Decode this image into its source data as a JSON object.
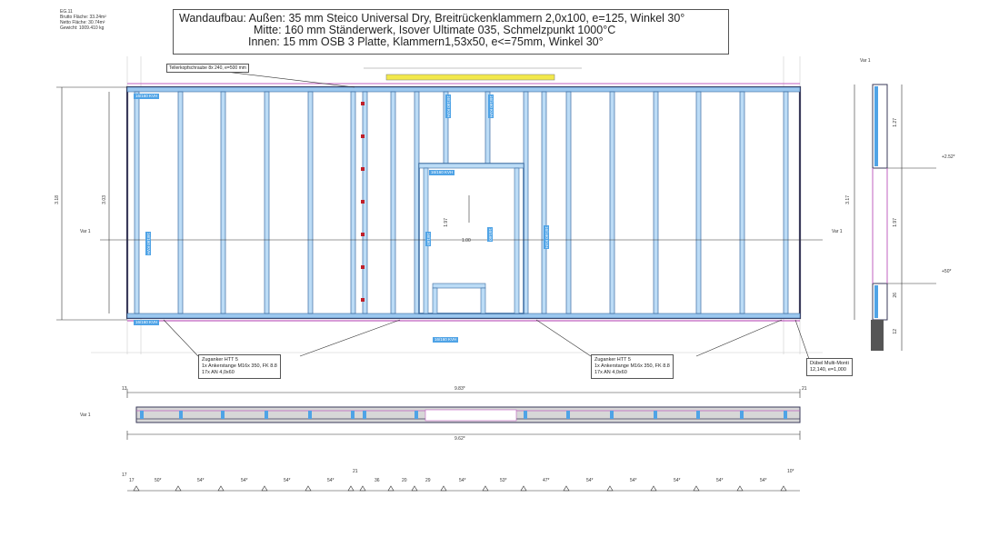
{
  "meta": {
    "lines": [
      "EG.11",
      "Brutto Fläche: 33.24m²",
      "Netto Fläche: 30.74m²",
      "Gewicht: 1009.410 kg"
    ]
  },
  "title": {
    "line1": "Wandaufbau: Außen: 35 mm Steico Universal Dry, Breitrückenklammern 2,0x100, e=125, Winkel 30°",
    "line2": "Mitte:   160 mm Ständerwerk, Isover Ultimate 035, Schmelzpunkt 1000°C",
    "line3": "Innen:  15 mm OSB 3 Platte, Klammern1,53x50, e<=75mm, Winkel 30°"
  },
  "labels": {
    "top_beam_note": "Tellerkopfschraube 8x 240, e=500 mm",
    "section_mark_left": "Var 1",
    "section_mark_right": "Var 1",
    "plan_mark": "Var 1",
    "top_small": "Var 1"
  },
  "callouts": {
    "left": [
      "Zuganker HTT 5",
      "1x Ankerstange M16x 350, FK 8.8",
      "17x AN 4,0x60"
    ],
    "right": [
      "Zuganker HTT 5",
      "1x Ankerstange M16x 350, FK 8.8",
      "17x AN 4,0x60"
    ],
    "corner": [
      "Dübel Multi-Monti",
      "12,140, e=1,000"
    ]
  },
  "dims": {
    "left_outer": "3.18",
    "left_inner": "3.03",
    "opening_height": "1.97",
    "opening_width": "1.00",
    "overall_top": "9.83*",
    "overall_bottom": "9.62*",
    "left_small": "13",
    "right_small": "21",
    "side_a": "1.27",
    "side_b": "1.97",
    "side_total": "3.17",
    "side_c": "26",
    "side_d": "12",
    "elev1": "+2.52*",
    "elev2": "+50*",
    "left_end": "17",
    "right_end": "10*",
    "mid_tick": "21"
  },
  "spacing": [
    "17",
    "50*",
    "54*",
    "54*",
    "54*",
    "54*",
    "36",
    "20",
    "29",
    "54*",
    "53*",
    "47*",
    "54*",
    "54*",
    "54*",
    "54*",
    "54*"
  ],
  "colors": {
    "stud": "#4fa3e6",
    "frame_dark": "#3a3a5a",
    "membrane": "#c060c0",
    "header_yellow": "#f2e84b",
    "anchor_red": "#c0202a"
  }
}
